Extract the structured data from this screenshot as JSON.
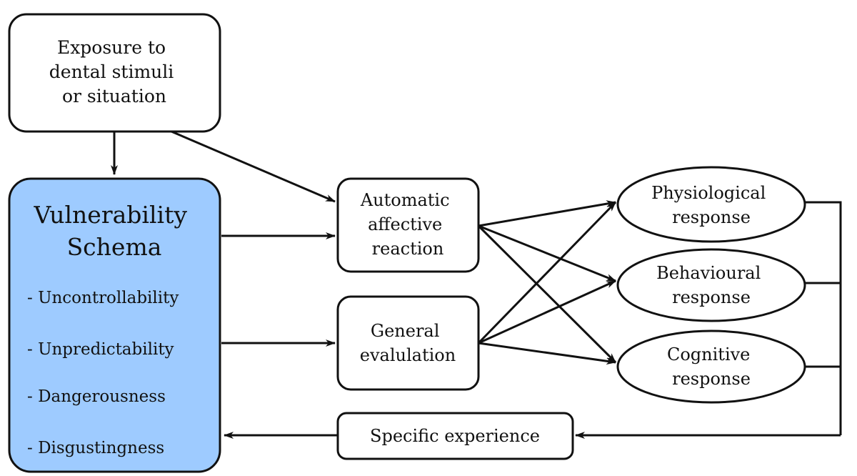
{
  "colors": {
    "schema_fill": "#9ecbff",
    "stroke": "#111111"
  },
  "nodes": {
    "exposure": {
      "lines": [
        "Exposure to",
        "dental stimuli",
        "or situation"
      ]
    },
    "schema": {
      "title_lines": [
        "Vulnerability",
        "Schema"
      ],
      "items": [
        "- Uncontrollability",
        "- Unpredictability",
        "- Dangerousness",
        "- Disgustingness"
      ]
    },
    "automatic": {
      "lines": [
        "Automatic",
        "affective",
        "reaction"
      ]
    },
    "general": {
      "lines": [
        "General",
        "evalulation"
      ]
    },
    "physiological": {
      "lines": [
        "Physiological",
        "response"
      ]
    },
    "behavioural": {
      "lines": [
        "Behavioural",
        "response"
      ]
    },
    "cognitive": {
      "lines": [
        "Cognitive",
        "response"
      ]
    },
    "specific": {
      "lines": [
        "Specific experience"
      ]
    }
  }
}
